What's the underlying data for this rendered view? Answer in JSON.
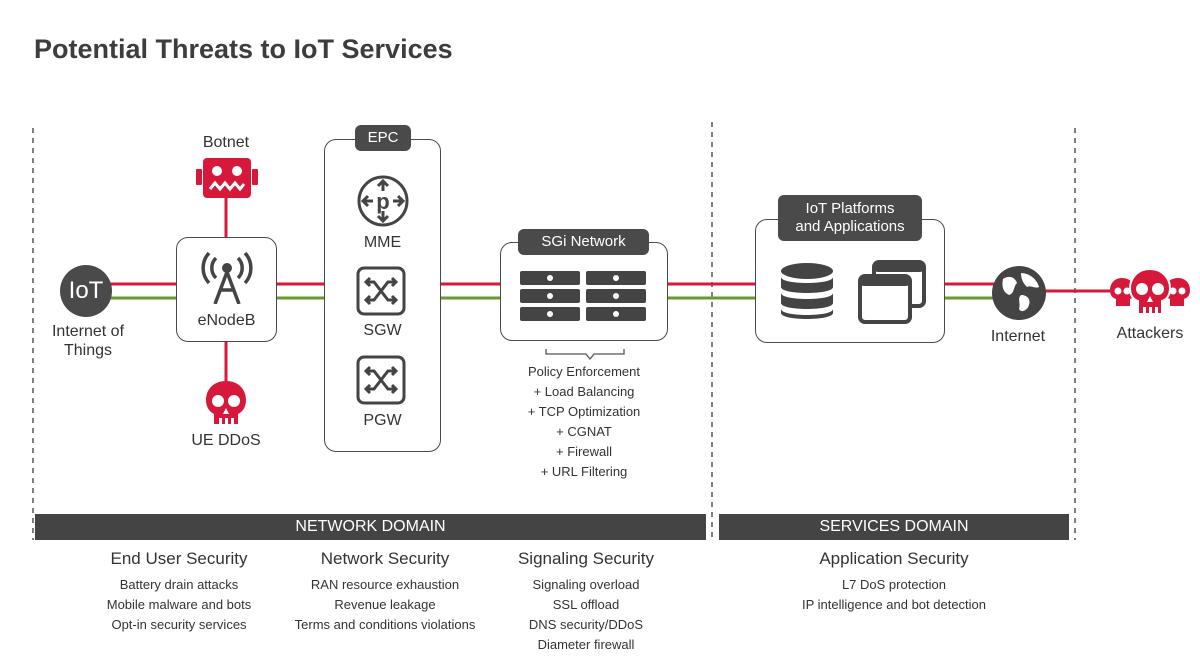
{
  "title": "Potential Threats to IoT Services",
  "nodes": {
    "iot_badge": "IoT",
    "iot_label_line1": "Internet of",
    "iot_label_line2": "Things",
    "enodeb": "eNodeB",
    "botnet": "Botnet",
    "ue_ddos": "UE DDoS",
    "epc": "EPC",
    "mme": "MME",
    "sgw": "SGW",
    "pgw": "PGW",
    "sgi": "SGi Network",
    "iot_platforms_line1": "IoT Platforms",
    "iot_platforms_line2": "and Applications",
    "internet": "Internet",
    "attackers": "Attackers"
  },
  "sgi_functions": [
    "Policy Enforcement",
    "+ Load Balancing",
    "+ TCP Optimization",
    "+ CGNAT",
    "+ Firewall",
    "+ URL Filtering"
  ],
  "domains": {
    "network": "NETWORK DOMAIN",
    "services": "SERVICES DOMAIN"
  },
  "columns": [
    {
      "heading": "End User Security",
      "items": [
        "Battery drain attacks",
        "Mobile malware and bots",
        "Opt-in security services"
      ]
    },
    {
      "heading": "Network Security",
      "items": [
        "RAN resource exhaustion",
        "Revenue leakage",
        "Terms and conditions violations"
      ]
    },
    {
      "heading": "Signaling Security",
      "items": [
        "Signaling overload",
        "SSL offload",
        "DNS security/DDoS",
        "Diameter firewall"
      ]
    },
    {
      "heading": "Application Security",
      "items": [
        "L7 DoS protection",
        "IP intelligence and bot detection"
      ]
    }
  ],
  "colors": {
    "threat_red": "#d6193b",
    "link_green": "#6a9a2d",
    "dark_gray": "#444444"
  }
}
